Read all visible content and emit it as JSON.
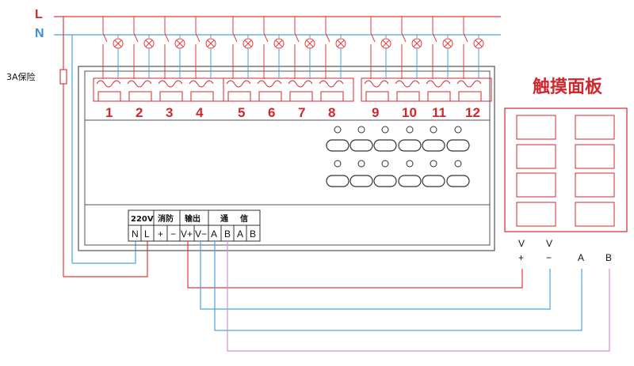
{
  "bus": {
    "L": "L",
    "N": "N"
  },
  "fuse_label": "3A保险",
  "panel_title": "触摸面板",
  "channels": [
    "1",
    "2",
    "3",
    "4",
    "5",
    "6",
    "7",
    "8",
    "9",
    "10",
    "11",
    "12"
  ],
  "terminal_block": {
    "headers": [
      "220V",
      "消防",
      "输出",
      "通",
      "信"
    ],
    "pins": [
      "N",
      "L",
      "+",
      "−",
      "V+",
      "V−",
      "A",
      "B",
      "A",
      "B"
    ]
  },
  "panel_terminals": {
    "top": [
      "V",
      "V",
      "",
      ""
    ],
    "bottom": [
      "+",
      "−",
      "A",
      "B"
    ]
  },
  "colors": {
    "L_wire": "#e43b3b",
    "N_wire": "#4aa3e0",
    "label_red": "#d1282e",
    "comm_A": "#4aa3e0",
    "comm_B": "#c995c8",
    "box_border": "#333333"
  }
}
